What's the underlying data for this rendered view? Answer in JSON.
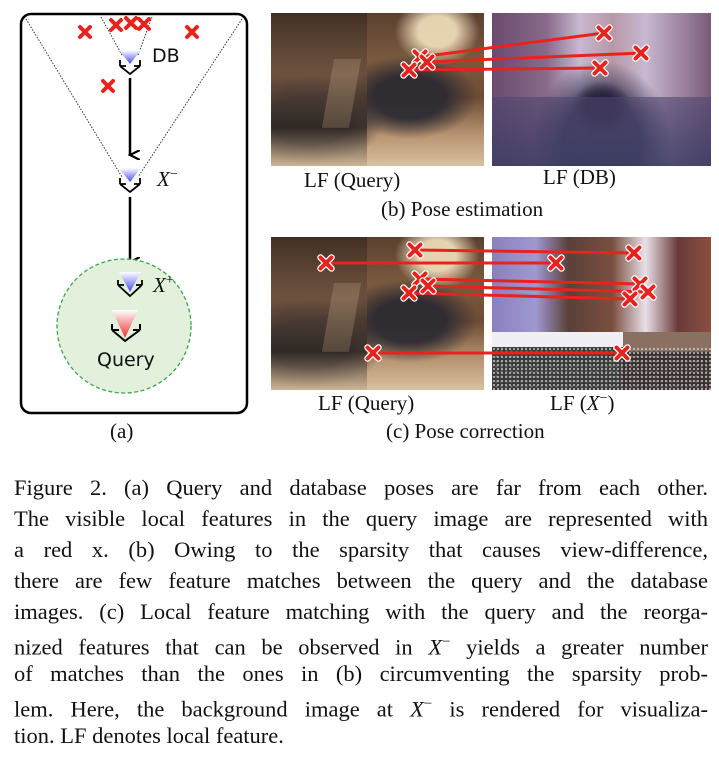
{
  "figure": {
    "panel_a": {
      "label": "(a)",
      "db_label": "DB",
      "xminus_label": "X",
      "xminus_sup": "−",
      "xplus_label": "X",
      "xplus_sup": "+",
      "query_label": "Query",
      "colors": {
        "feature_marker": "#e8231e",
        "db_camera": "#5a5cf0",
        "query_camera": "#f04848",
        "query_region_fill": "#e3f1dc",
        "query_region_border": "#3aa74a"
      }
    },
    "panel_b": {
      "left_label": "LF (Query)",
      "right_label": "LF (DB)",
      "caption": "(b) Pose estimation",
      "match_count": 3
    },
    "panel_c": {
      "left_label": "LF (Query)",
      "right_label_prefix": "LF (",
      "right_label_var": "X",
      "right_label_sup": "−",
      "right_label_suffix": ")",
      "caption": "(c) Pose correction",
      "match_count": 6
    }
  },
  "caption": {
    "lines": [
      "Figure 2. (a) Query and database poses are far from each other.",
      "The visible local features in the query image are represented with",
      "a red x.  (b) Owing to the sparsity that causes view-difference,",
      "there are few feature matches between the query and the database",
      "images. (c) Local feature matching with the query and the reorga-"
    ],
    "line6_a": "nized features that can be observed in ",
    "line6_var": "X",
    "line6_sup": "−",
    "line6_b": " yields a greater number",
    "line7": "of matches than the ones in (b) circumventing the sparsity prob-",
    "line8_a": "lem. Here, the background image at ",
    "line8_var": "X",
    "line8_sup": "−",
    "line8_b": " is rendered for visualiza-",
    "line9": "tion. LF denotes local feature."
  }
}
